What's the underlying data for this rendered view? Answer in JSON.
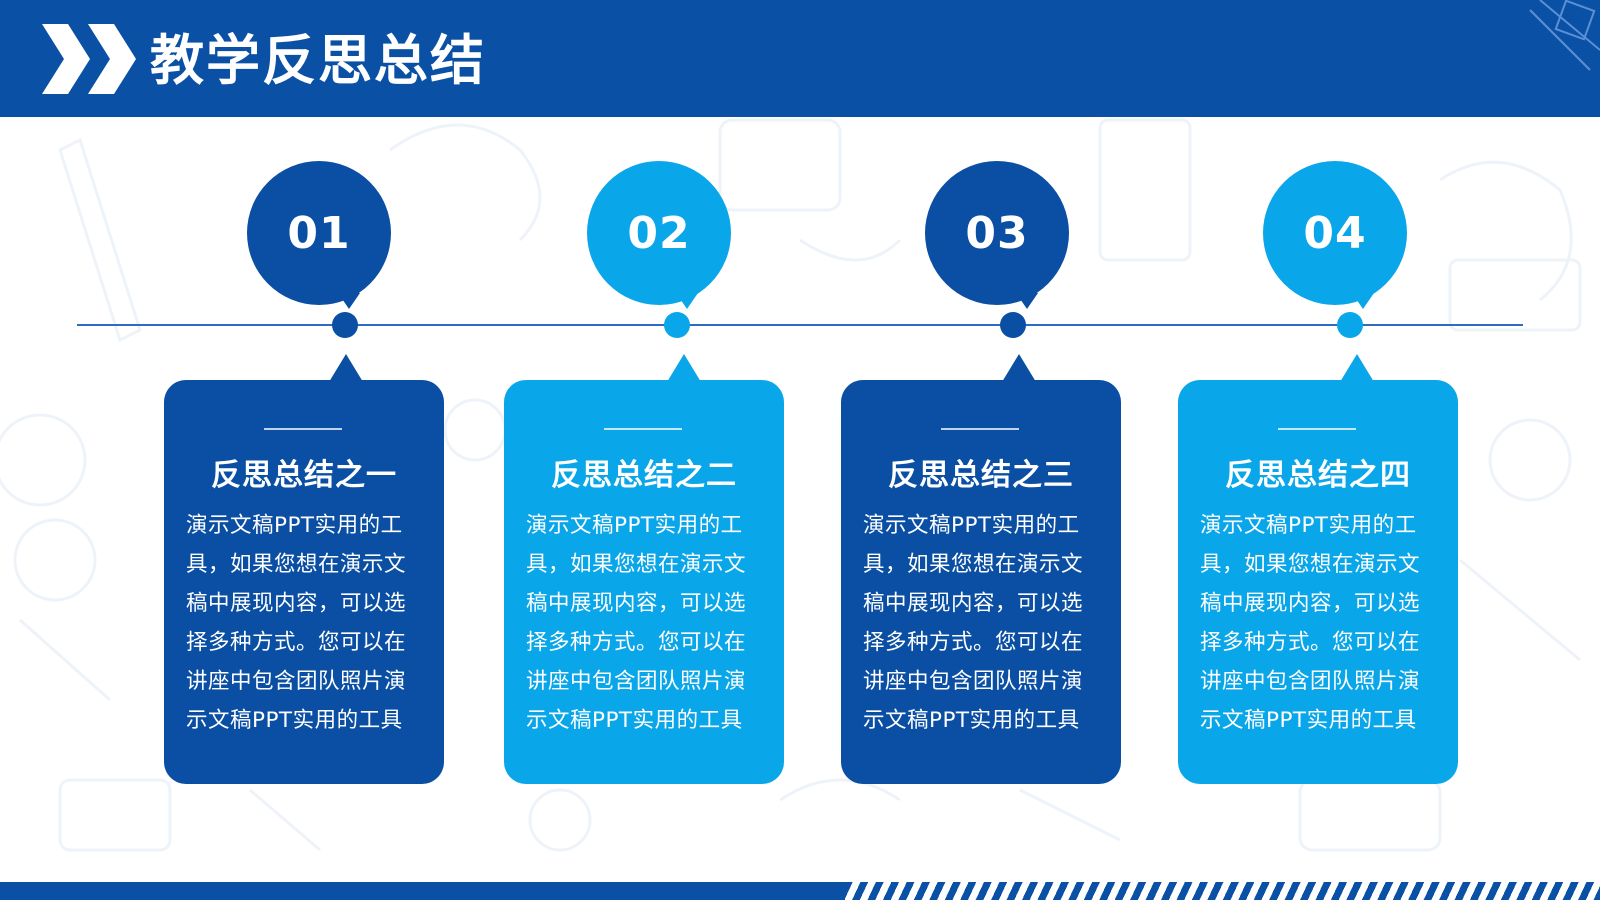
{
  "header": {
    "title": "教学反思总结"
  },
  "colors": {
    "dark_blue": "#0a4fa3",
    "light_blue": "#0aa6ea",
    "header_blue": "#0a51a5"
  },
  "steps": [
    {
      "number": "01",
      "title": "反思总结之一",
      "body": "演示文稿PPT实用的工具，如果您想在演示文稿中展现内容，可以选择多种方式。您可以在讲座中包含团队照片演示文稿PPT实用的工具",
      "tone": "dark"
    },
    {
      "number": "02",
      "title": "反思总结之二",
      "body": "演示文稿PPT实用的工具，如果您想在演示文稿中展现内容，可以选择多种方式。您可以在讲座中包含团队照片演示文稿PPT实用的工具",
      "tone": "light"
    },
    {
      "number": "03",
      "title": "反思总结之三",
      "body": "演示文稿PPT实用的工具，如果您想在演示文稿中展现内容，可以选择多种方式。您可以在讲座中包含团队照片演示文稿PPT实用的工具",
      "tone": "dark"
    },
    {
      "number": "04",
      "title": "反思总结之四",
      "body": "演示文稿PPT实用的工具，如果您想在演示文稿中展现内容，可以选择多种方式。您可以在讲座中包含团队照片演示文稿PPT实用的工具",
      "tone": "light"
    }
  ]
}
